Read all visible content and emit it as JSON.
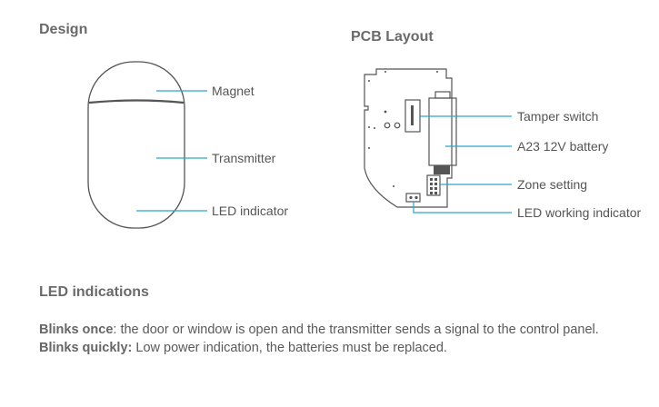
{
  "design": {
    "title": "Design",
    "labels": {
      "magnet": "Magnet",
      "transmitter": "Transmitter",
      "led": "LED indicator"
    }
  },
  "pcb": {
    "title": "PCB Layout",
    "labels": {
      "tamper": "Tamper switch",
      "battery": "A23 12V battery",
      "zone": "Zone setting",
      "led_working": "LED working indicator"
    }
  },
  "led_indications": {
    "title": "LED indications",
    "items": [
      {
        "term": "Blinks once",
        "sep": ": ",
        "text": "the door or window is open and the transmitter sends a signal to the control panel."
      },
      {
        "term": "Blinks quickly:",
        "sep": " ",
        "text": "Low power indication, the batteries must be replaced."
      }
    ]
  },
  "colors": {
    "accent": "#2aa6c9",
    "outline": "#555555"
  }
}
